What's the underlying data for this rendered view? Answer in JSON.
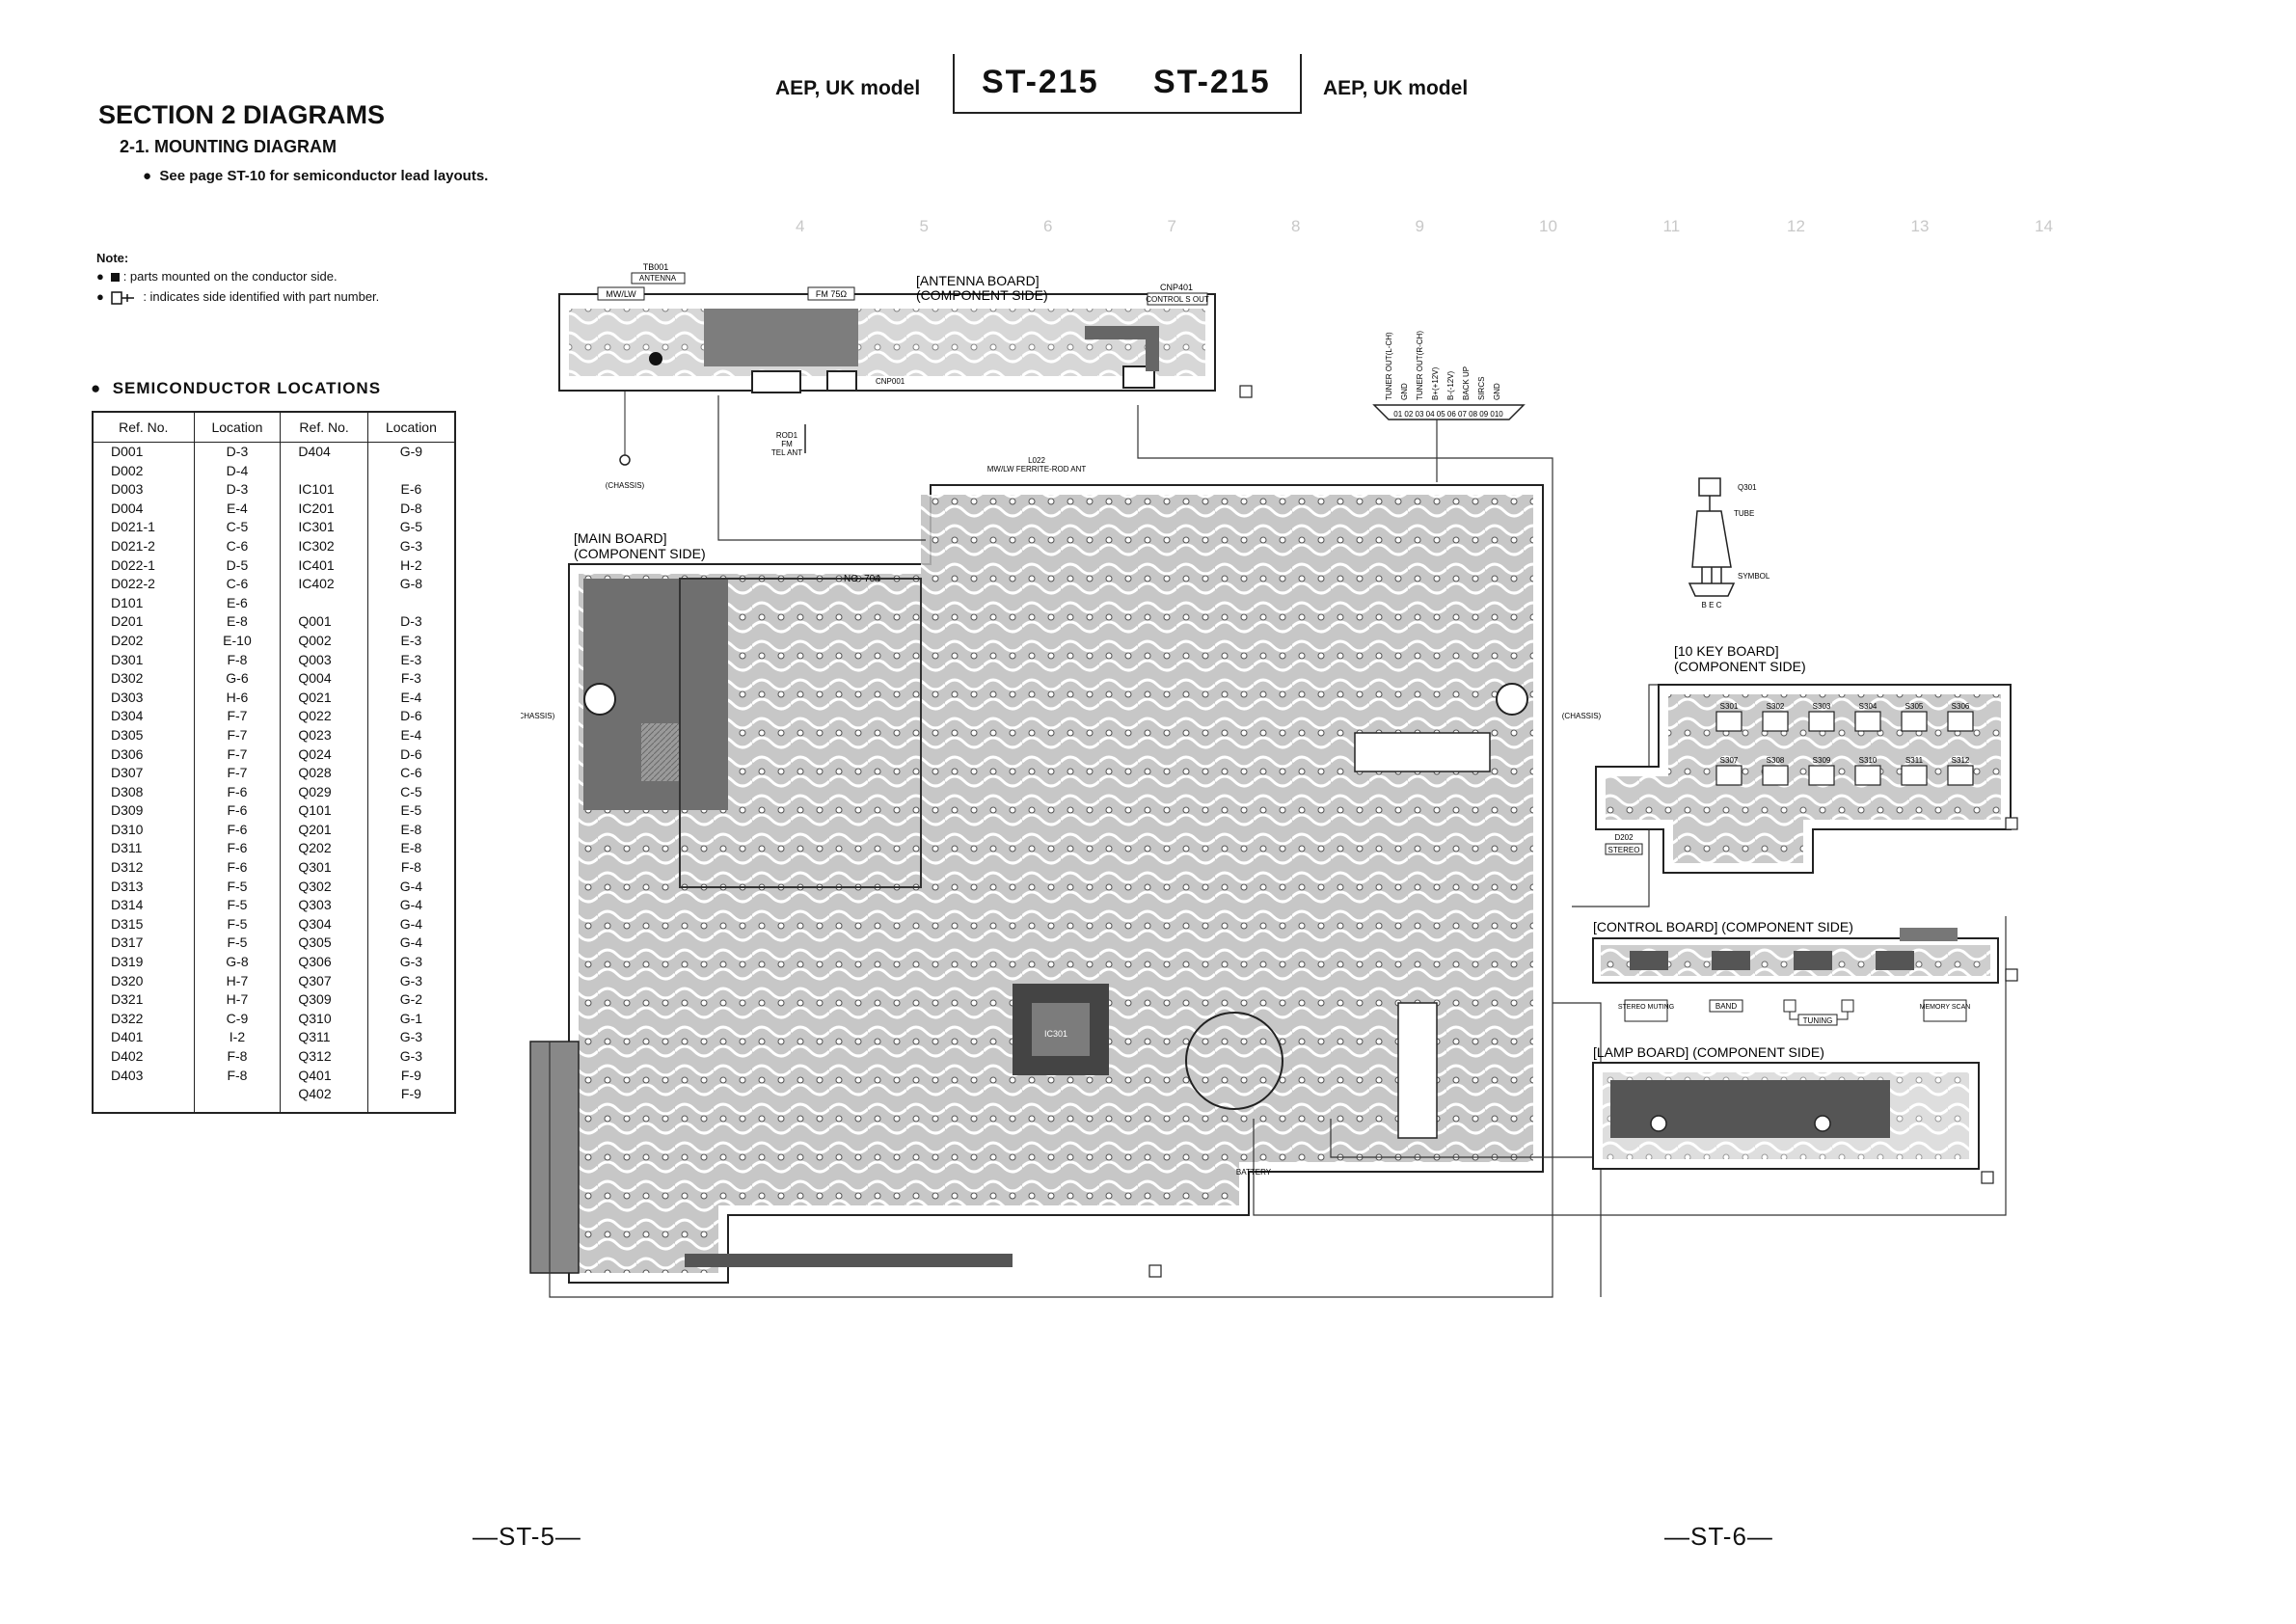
{
  "header": {
    "left_model": "AEP, UK model",
    "right_model": "AEP, UK model",
    "title_left": "ST-215",
    "title_right": "ST-215"
  },
  "section": {
    "title": "SECTION 2  DIAGRAMS",
    "subsection": "2-1.  MOUNTING DIAGRAM",
    "see_note": "See page ST-10 for semiconductor lead layouts."
  },
  "notes": {
    "heading": "Note:",
    "line1": ": parts mounted on the conductor side.",
    "line2": ": indicates side identified with part number."
  },
  "semiconductor": {
    "heading": "SEMICONDUCTOR  LOCATIONS",
    "columns": [
      "Ref. No.",
      "Location",
      "Ref. No.",
      "Location"
    ],
    "rows": [
      [
        "D001",
        "D-3",
        "D404",
        "G-9"
      ],
      [
        "D002",
        "D-4",
        "",
        ""
      ],
      [
        "D003",
        "D-3",
        "IC101",
        "E-6"
      ],
      [
        "D004",
        "E-4",
        "IC201",
        "D-8"
      ],
      [
        "D021-1",
        "C-5",
        "IC301",
        "G-5"
      ],
      [
        "D021-2",
        "C-6",
        "IC302",
        "G-3"
      ],
      [
        "D022-1",
        "D-5",
        "IC401",
        "H-2"
      ],
      [
        "D022-2",
        "C-6",
        "IC402",
        "G-8"
      ],
      [
        "D101",
        "E-6",
        "",
        ""
      ],
      [
        "D201",
        "E-8",
        "Q001",
        "D-3"
      ],
      [
        "D202",
        "E-10",
        "Q002",
        "E-3"
      ],
      [
        "D301",
        "F-8",
        "Q003",
        "E-3"
      ],
      [
        "D302",
        "G-6",
        "Q004",
        "F-3"
      ],
      [
        "D303",
        "H-6",
        "Q021",
        "E-4"
      ],
      [
        "D304",
        "F-7",
        "Q022",
        "D-6"
      ],
      [
        "D305",
        "F-7",
        "Q023",
        "E-4"
      ],
      [
        "D306",
        "F-7",
        "Q024",
        "D-6"
      ],
      [
        "D307",
        "F-7",
        "Q028",
        "C-6"
      ],
      [
        "D308",
        "F-6",
        "Q029",
        "C-5"
      ],
      [
        "D309",
        "F-6",
        "Q101",
        "E-5"
      ],
      [
        "D310",
        "F-6",
        "Q201",
        "E-8"
      ],
      [
        "D311",
        "F-6",
        "Q202",
        "E-8"
      ],
      [
        "D312",
        "F-6",
        "Q301",
        "F-8"
      ],
      [
        "D313",
        "F-5",
        "Q302",
        "G-4"
      ],
      [
        "D314",
        "F-5",
        "Q303",
        "G-4"
      ],
      [
        "D315",
        "F-5",
        "Q304",
        "G-4"
      ],
      [
        "D317",
        "F-5",
        "Q305",
        "G-4"
      ],
      [
        "D319",
        "G-8",
        "Q306",
        "G-3"
      ],
      [
        "D320",
        "H-7",
        "Q307",
        "G-3"
      ],
      [
        "D321",
        "H-7",
        "Q309",
        "G-2"
      ],
      [
        "D322",
        "C-9",
        "Q310",
        "G-1"
      ],
      [
        "D401",
        "I-2",
        "Q311",
        "G-3"
      ],
      [
        "D402",
        "F-8",
        "Q312",
        "G-3"
      ],
      [
        "D403",
        "F-8",
        "Q401",
        "F-9"
      ],
      [
        "",
        "",
        "Q402",
        "F-9"
      ]
    ]
  },
  "grid_numbers": [
    "4",
    "5",
    "6",
    "7",
    "8",
    "9",
    "10",
    "11",
    "12",
    "13",
    "14"
  ],
  "diagram": {
    "antenna_board": "[ANTENNA BOARD]",
    "antenna_side": "(COMPONENT SIDE)",
    "main_board": "[MAIN BOARD]",
    "main_side": "(COMPONENT SIDE)",
    "tenkey_board": "[10 KEY BOARD]",
    "tenkey_side": "(COMPONENT SIDE)",
    "control_board": "[CONTROL BOARD] (COMPONENT SIDE)",
    "lamp_board": "[LAMP BOARD] (COMPONENT SIDE)",
    "tb001": "TB001",
    "antenna": "ANTENNA",
    "mw_lw": "MW/LW",
    "fm75": "FM 75Ω",
    "cnp401": "CNP401",
    "control_s_out": "CONTROL S OUT",
    "cnp001": "CNP001",
    "rod1": "ROD1",
    "fm": "FM",
    "tel_ant": "TEL ANT",
    "chassis": "(CHASSIS)",
    "l022": "L022",
    "ferrite": "MW/LW FERRITE-ROD ANT",
    "no704": "NO.-704",
    "ic301": "IC301",
    "battery": "BATTERY",
    "d202": "D202",
    "stereo": "STEREO",
    "q301": "Q301",
    "tube": "TUBE",
    "symbol": "SYMBOL",
    "bec": "B E C",
    "btn_stereo": "STEREO MUTING",
    "btn_band": "BAND",
    "btn_tuning": "TUNING",
    "btn_memory": "MEMORY SCAN",
    "connector_labels": [
      "TUNER OUT(L-CH)",
      "GND",
      "TUNER OUT(R-CH)",
      "B+(+12V)",
      "B-(-12V)",
      "BACK UP",
      "SIRCS",
      "GND"
    ],
    "connector_pins": "01 02 03 04 05 06 07 08 09 010",
    "s_labels": [
      "S301",
      "S302",
      "S303",
      "S304",
      "S305",
      "S306",
      "S307",
      "S308",
      "S309",
      "S310",
      "S311",
      "S312"
    ]
  },
  "footer": {
    "left_page": "—ST-5—",
    "right_page": "—ST-6—"
  }
}
